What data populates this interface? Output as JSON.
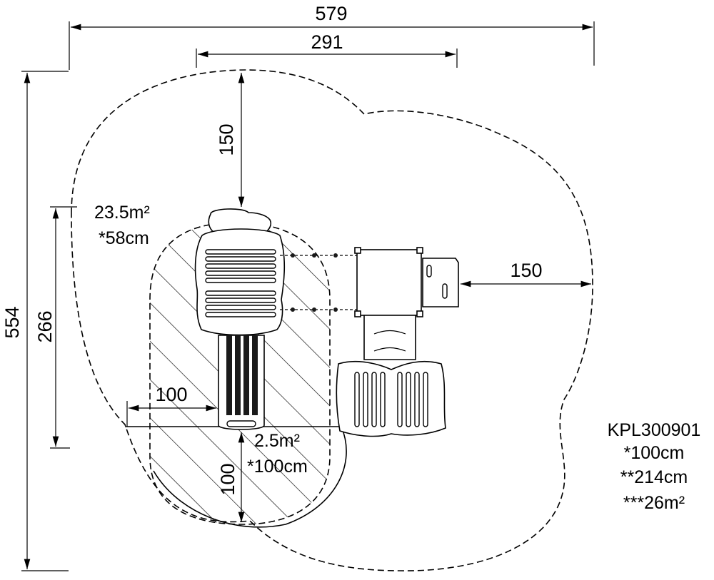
{
  "dimensions": {
    "overall_width": "579",
    "inner_width": "291",
    "top_clearance": "150",
    "overall_height": "554",
    "structure_height": "266",
    "right_clearance": "150",
    "slide_side_clearance": "100",
    "slide_exit_clearance": "100"
  },
  "zones": {
    "main_area": "23.5m²",
    "main_height": "*58cm",
    "slide_area": "2.5m²",
    "slide_height": "*100cm"
  },
  "product": {
    "code": "KPL300901",
    "free_fall_height": "*100cm",
    "total_height": "**214cm",
    "total_area": "***26m²"
  }
}
